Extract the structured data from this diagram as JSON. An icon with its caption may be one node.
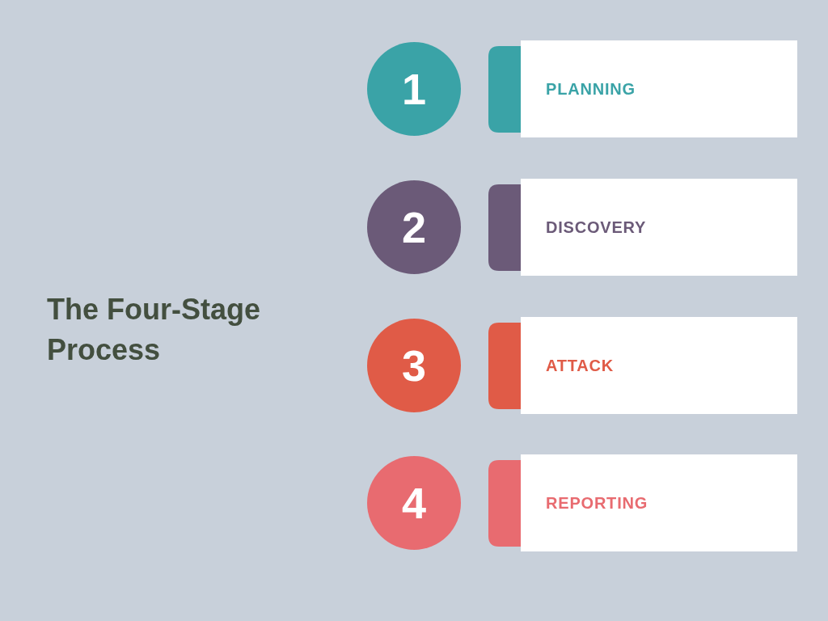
{
  "diagram": {
    "title": "The Four-Stage Process",
    "nodes": [
      {
        "text": [
          "1"
        ]
      },
      {
        "text": [
          "PLANNING"
        ]
      },
      {
        "text": [
          "2"
        ]
      },
      {
        "text": [
          "DISCOVERY"
        ]
      },
      {
        "text": [
          "3"
        ]
      },
      {
        "text": [
          "ATTACK"
        ]
      },
      {
        "text": [
          "4"
        ]
      },
      {
        "text": [
          "REPORTING"
        ]
      }
    ]
  }
}
